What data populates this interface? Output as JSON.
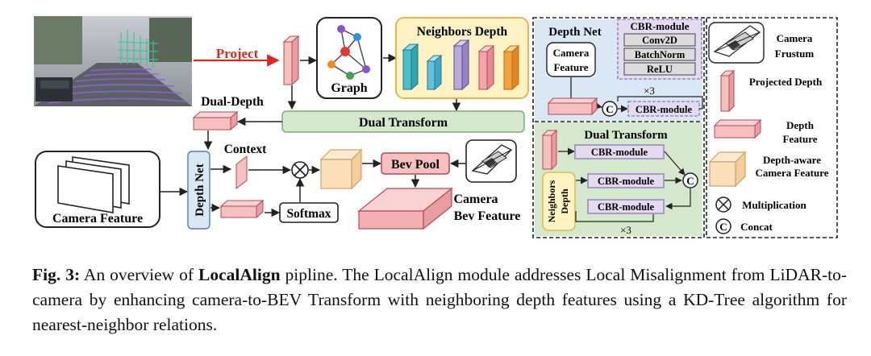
{
  "diagram": {
    "labels": {
      "project": "Project",
      "graph": "Graph",
      "neighbors_depth": "Neighbors Depth",
      "dual_depth": "Dual-Depth",
      "dual_transform": "Dual Transform",
      "context": "Context",
      "depth_net": "Depth Net",
      "camera_feature": "Camera Feature",
      "softmax": "Softmax",
      "bev_pool": "Bev Pool",
      "camera_bev_feature_line1": "Camera",
      "camera_bev_feature_line2": "Bev Feature"
    },
    "depth_net_panel": {
      "title": "Depth Net",
      "camera_feature_line1": "Camera",
      "camera_feature_line2": "Feature",
      "cbr_title": "CBR-module",
      "layers": [
        "Conv2D",
        "BatchNorm",
        "ReLU"
      ],
      "repeat": "×3",
      "cbr_module": "CBR-module",
      "concat_symbol": "C"
    },
    "dual_transform_panel": {
      "title": "Dual Transform",
      "modules": [
        "CBR-module",
        "CBR-module",
        "CBR-module"
      ],
      "neighbors_depth_line1": "Neighbors",
      "neighbors_depth_line2": "Depth",
      "repeat": "×3",
      "concat_symbol": "C"
    },
    "legend": {
      "camera_frustum_line1": "Camera",
      "camera_frustum_line2": "Frustum",
      "projected_depth": "Projected Depth",
      "depth_feature_line1": "Depth",
      "depth_feature_line2": "Feature",
      "depth_aware_line1": "Depth-aware",
      "depth_aware_line2": "Camera Feature",
      "multiplication": "Multiplication",
      "concat": "Concat",
      "concat_symbol": "C"
    },
    "colors": {
      "red_arrow": "#e0271d",
      "pink_fill": "#f6bfc0",
      "pink_stroke": "#b44a50",
      "green_fill": "#d5e8cd",
      "blue_fill": "#dae8f6",
      "yellow_fill": "#fff3c6",
      "yellow_stroke": "#e1b94a",
      "purple_fill": "#e4dbf0",
      "purple_stroke": "#8b78b8",
      "peach_fill": "#fbe0b9",
      "teal": "#49c0c8",
      "orange": "#f2a23e"
    }
  },
  "caption": {
    "label": "Fig. 3:",
    "pre": " An overview of ",
    "bold_name": "LocalAlign",
    "post": " pipline. The LocalAlign module addresses Local Misalignment from LiDAR-to-camera by enhancing camera-to-BEV Transform with neighboring depth features using a KD-Tree algorithm for nearest-neighbor relations."
  }
}
